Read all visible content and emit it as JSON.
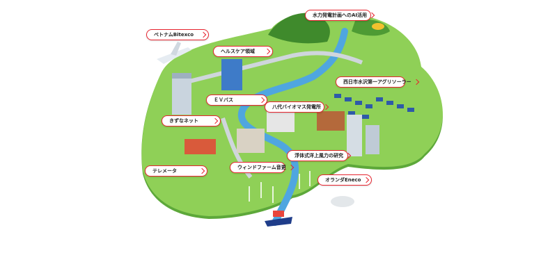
{
  "labels": {
    "vietnam": "ベトナムBitexco",
    "hydro_ai": "水力発電計画へのAI活用",
    "healthcare": "ヘルスケア領域",
    "agri": "西日市水沢第一アグリソーラー",
    "ev_bus": "ＥＶバス",
    "biomass": "八代バイオマス発電所",
    "kizuna": "きずなネット",
    "floating_wind": "浮体式洋上風力の研究",
    "telemeter": "テレメータ",
    "wind_farm": "ウィンドファーム音更",
    "eneco": "オランダEneco"
  },
  "colors": {
    "accent": "#e8242f",
    "land": "#7cc24a",
    "water": "#4fa6e0"
  }
}
